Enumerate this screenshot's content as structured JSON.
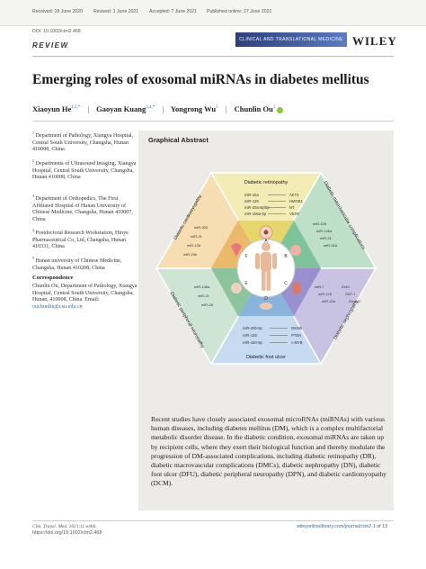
{
  "header": {
    "received": "Received: 18 June 2020",
    "revised": "Revised: 1 June 2021",
    "accepted": "Accepted: 7 June 2021",
    "published": "Published online: 27 June 2021",
    "doi": "DOI: 10.1002/ctm2.468",
    "section": "REVIEW",
    "journal_badge": "CLINICAL AND TRANSLATIONAL MEDICINE",
    "publisher": "WILEY"
  },
  "article": {
    "title": "Emerging roles of exosomal miRNAs in diabetes mellitus",
    "authors": [
      {
        "name": "Xiaoyun He",
        "sup": "1,2,*"
      },
      {
        "name": "Gaoyan Kuang",
        "sup": "3,4,*"
      },
      {
        "name": "Yongrong Wu",
        "sup": "5"
      },
      {
        "name": "Chunlin Ou",
        "sup": "1"
      }
    ],
    "separator": "|"
  },
  "affiliations": [
    {
      "sup": "1",
      "text": "Department of Pathology, Xiangya Hospital, Central South University, Changsha, Hunan 410008, China"
    },
    {
      "sup": "2",
      "text": "Departments of Ultrasound Imaging, Xiangya Hospital, Central South University, Changsha, Hunan 410008, China"
    },
    {
      "sup": "3",
      "text": "Department of Orthopedics, The First Affiliated Hospital of Hunan University of Chinese Medicine, Changsha, Hunan 410007, China"
    },
    {
      "sup": "4",
      "text": "Postdoctoral Research Workstation, Hinye Pharmaceutical Co, Ltd, Changsha, Hunan 410331, China"
    },
    {
      "sup": "5",
      "text": "Hunan university of Chinese Medicine, Changsha, Hunan 410208, China"
    }
  ],
  "correspondence": {
    "heading": "Correspondence",
    "body": "Chunlin Ou, Department of Pathology, Xiangya Hospital, Central South University, Changsha, Hunan, 410008, China.",
    "email_label": "Email:",
    "email": "ouchunlin@csu.edu.cn"
  },
  "graphical_abstract": {
    "heading": "Graphical Abstract",
    "text": "Recent studies have closely associated exosomal microRNAs (miRNAs) with various human diseases, including diabetes mellitus (DM), which is a complex multifactorial metabolic disorder disease. In the diabetic condition, exosomal miRNAs are taken up by recipient cells, where they exert their biological function and thereby modulate the progression of DM-associated complications, including diabetic retinopathy (DR), diabetic macrovascular complications (DMCs), diabetic nephropathy (DN), diabetic foot ulcer (DFU), diabetic peripheral neuropathy (DPN), and diabetic cardiomyopathy (DCM).",
    "figure": {
      "segments": [
        {
          "label": "Diabetic retinopathy",
          "color": "#f3ecb4",
          "inner": "#e6d76b"
        },
        {
          "label": "Diabetic macrovascular complications",
          "color": "#bfe0c8",
          "inner": "#7fc39a"
        },
        {
          "label": "Diabetic nephropathy",
          "color": "#c9c3e3",
          "inner": "#9a8fcf"
        },
        {
          "label": "Diabetic foot ulcer",
          "color": "#c6dbef",
          "inner": "#88b3dc"
        },
        {
          "label": "Diabetic peripheral neuropathy",
          "color": "#cfe5d3",
          "inner": "#8cc59b"
        },
        {
          "label": "Diabetic cardiomyopathy",
          "color": "#f6ddb2",
          "inner": "#ecb86a"
        }
      ],
      "center_letters": [
        "A",
        "B",
        "C",
        "D",
        "E",
        "F"
      ],
      "retinopathy_mirnas": [
        "miR-15a",
        "miR-126",
        "miR-20a-5p/5p",
        "miR-106a-5p"
      ],
      "retinopathy_targets": [
        "AKT3",
        "HMGB1",
        "NT",
        "VEGF"
      ],
      "macro_mirnas": [
        "miR-126",
        "miR-146a",
        "miR-21",
        "miR-92a"
      ],
      "nephro_mirnas": [
        "miR-7",
        "miR-126",
        "miR-20a"
      ],
      "nephro_targets": [
        "Zeb1",
        "SDF-1",
        "Smad2"
      ],
      "foot_mirnas": [
        "miR-20b-5p",
        "miR-126",
        "miR-150-5p"
      ],
      "foot_targets": [
        "Wnt9b",
        "PTEN",
        "c-MYB"
      ],
      "neuro_mirnas": [
        "miR-146a",
        "miR-21",
        "miR-28"
      ],
      "cardio_mirnas": [
        "miR-320",
        "miR-21",
        "miR-126",
        "miR-29b"
      ]
    }
  },
  "footer": {
    "journal_cite": "Clin. Transl. Med.",
    "cite_rest": "2021;11:e468.",
    "doi_url": "https://doi.org/10.1002/ctm2.468",
    "site": "wileyonlinelibrary.com/journal/ctm2",
    "page": "1 of 13"
  }
}
